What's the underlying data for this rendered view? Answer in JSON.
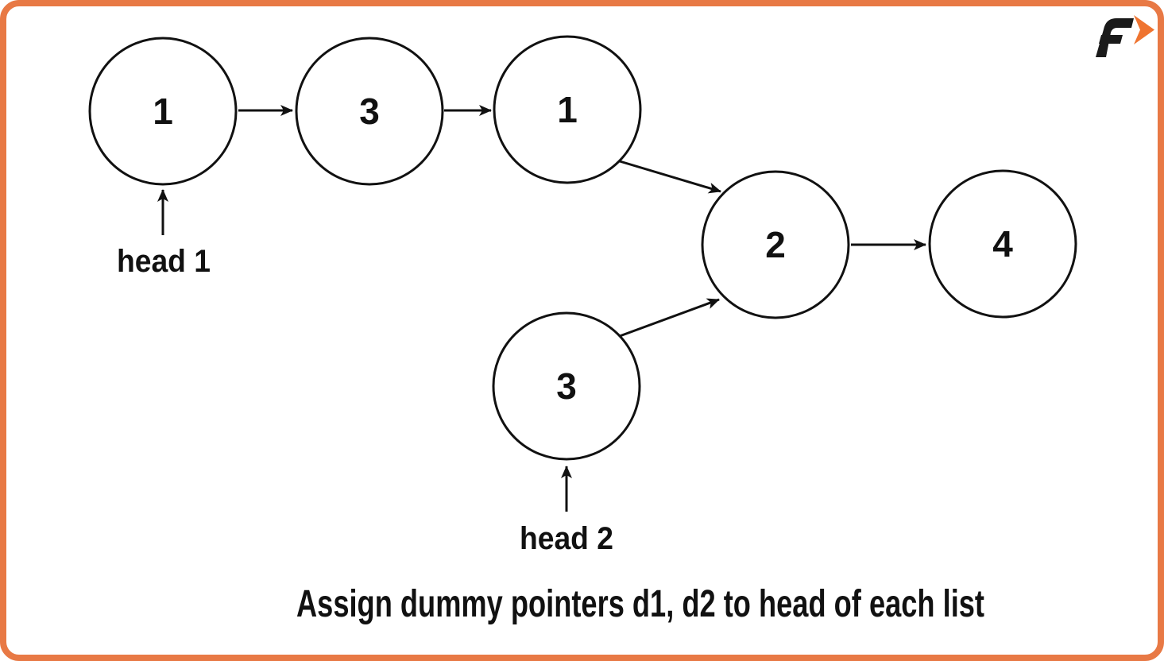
{
  "page": {
    "background_color": "#ffffff",
    "border_color": "#E87945"
  },
  "logo": {
    "icon": "f-arrow-logo",
    "letter": "F",
    "text_color": "#1A1A1A",
    "accent_color": "#EF7430"
  },
  "diagram": {
    "type": "linked-list-merge",
    "nodes": [
      {
        "id": "list1-node1",
        "value": "1"
      },
      {
        "id": "list1-node2",
        "value": "3"
      },
      {
        "id": "list1-node3",
        "value": "1"
      },
      {
        "id": "merged-node1",
        "value": "2"
      },
      {
        "id": "merged-node2",
        "value": "4"
      },
      {
        "id": "list2-node1",
        "value": "3"
      }
    ],
    "edges": [
      {
        "from": "list1-node1",
        "to": "list1-node2"
      },
      {
        "from": "list1-node2",
        "to": "list1-node3"
      },
      {
        "from": "list1-node3",
        "to": "merged-node1"
      },
      {
        "from": "list2-node1",
        "to": "merged-node1"
      },
      {
        "from": "merged-node1",
        "to": "merged-node2"
      }
    ],
    "pointers": [
      {
        "label": "head 1",
        "target": "list1-node1"
      },
      {
        "label": "head 2",
        "target": "list2-node1"
      }
    ],
    "caption": "Assign dummy pointers d1, d2 to head of each list",
    "stroke_color": "#111111"
  }
}
